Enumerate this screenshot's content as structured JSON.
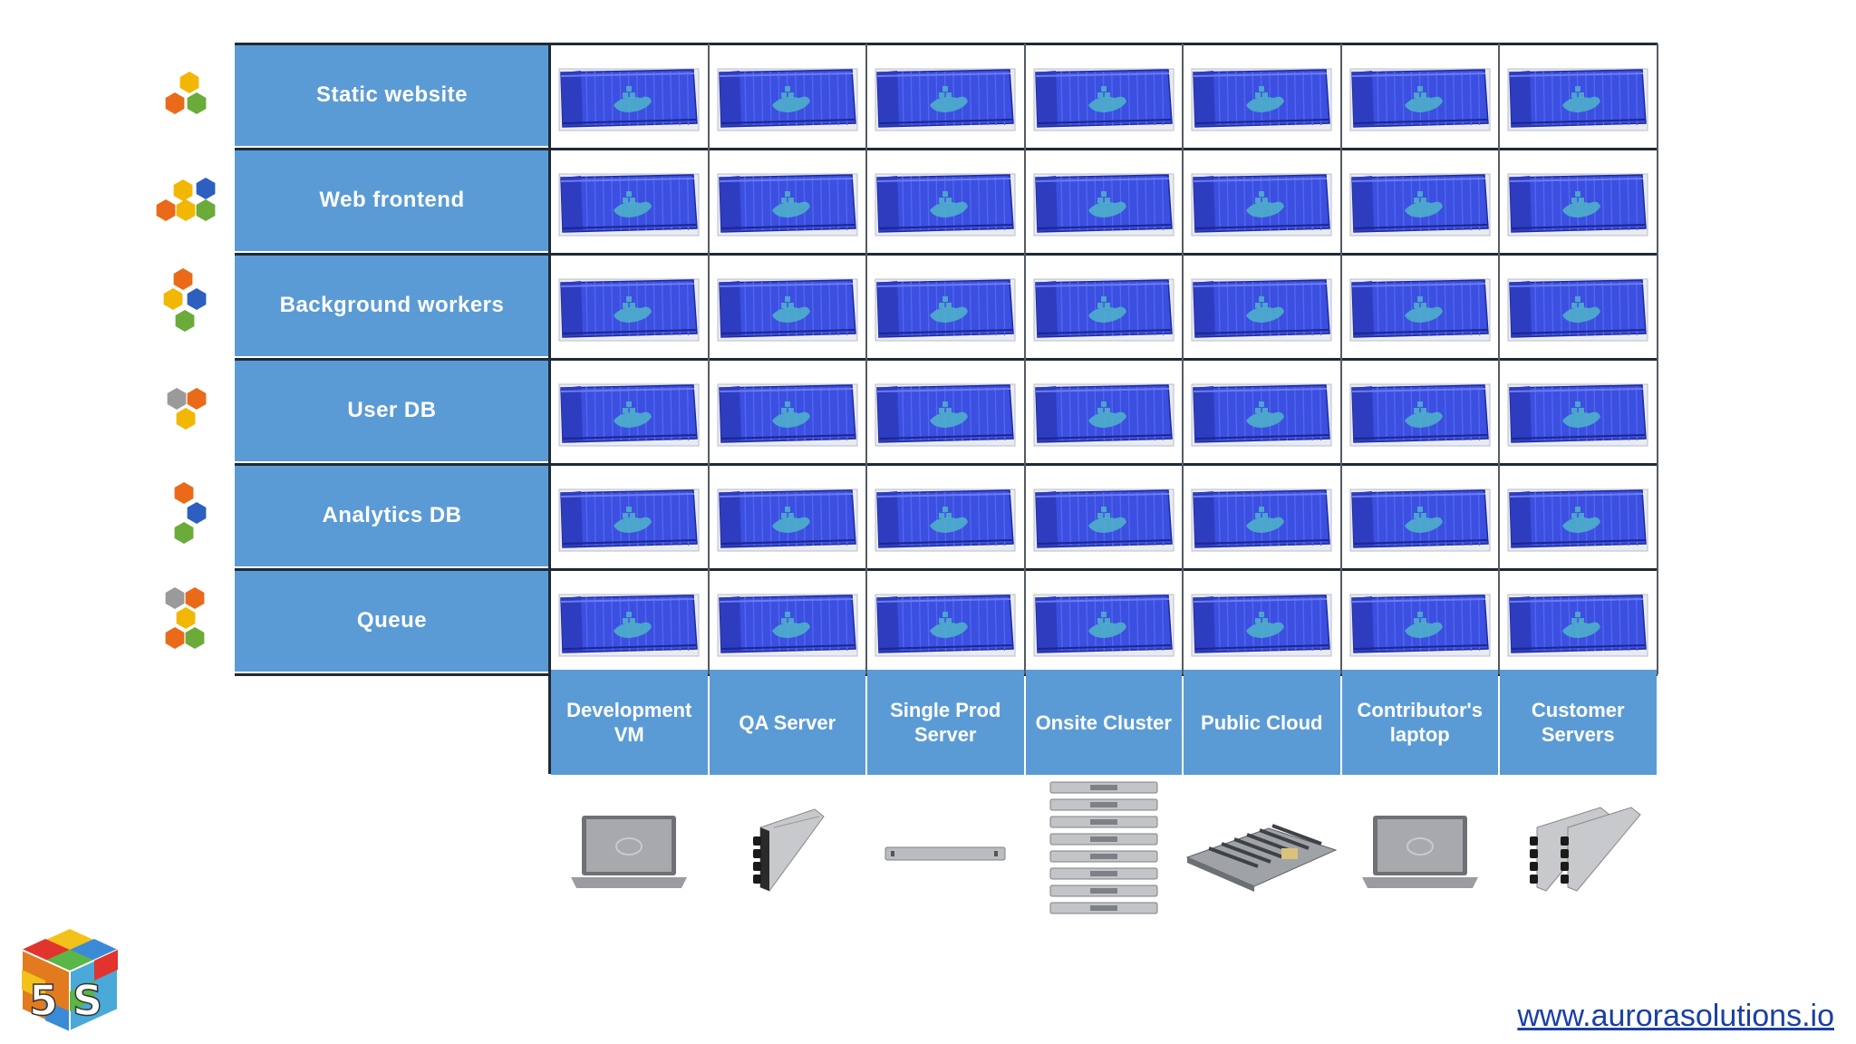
{
  "diagram": {
    "rows": [
      {
        "label": "Static website",
        "icon": "hex-cluster-icon",
        "icon_colors": [
          "#f2b705",
          "#ea6a1a",
          "#6aab3a"
        ]
      },
      {
        "label": "Web frontend",
        "icon": "hex-cluster-icon",
        "icon_colors": [
          "#f2b705",
          "#2c5fbf",
          "#ea6a1a",
          "#f2b705",
          "#6aab3a"
        ]
      },
      {
        "label": "Background workers",
        "icon": "hex-cluster-icon",
        "icon_colors": [
          "#ea6a1a",
          "#f2b705",
          "#2c5fbf",
          "#6aab3a"
        ]
      },
      {
        "label": "User DB",
        "icon": "hex-cluster-icon",
        "icon_colors": [
          "#9a9a9a",
          "#ea6a1a",
          "#f2b705"
        ]
      },
      {
        "label": "Analytics DB",
        "icon": "hex-cluster-icon",
        "icon_colors": [
          "#ea6a1a",
          "#2c5fbf",
          "#6aab3a"
        ]
      },
      {
        "label": "Queue",
        "icon": "hex-cluster-icon",
        "icon_colors": [
          "#9a9a9a",
          "#ea6a1a",
          "#f2b705",
          "#ea6a1a",
          "#6aab3a"
        ]
      }
    ],
    "columns": [
      {
        "label": "Development VM",
        "icon": "laptop-icon"
      },
      {
        "label": "QA Server",
        "icon": "blade-server-icon"
      },
      {
        "label": "Single Prod Server",
        "icon": "rack-server-icon"
      },
      {
        "label": "Onsite Cluster",
        "icon": "server-stack-icon"
      },
      {
        "label": "Public Cloud",
        "icon": "motherboard-icon"
      },
      {
        "label": "Contributor's laptop",
        "icon": "laptop-icon"
      },
      {
        "label": "Customer Servers",
        "icon": "blade-server-icon"
      }
    ],
    "cell_icon": "shipping-container-icon",
    "colors": {
      "label_fill": "#5b9bd5",
      "container_fill": "#3b4fe0",
      "container_whale": "#4fb4c8"
    }
  },
  "footer": {
    "logo": "rubiks-cube-logo-icon",
    "website": "www.aurorasolutions.io"
  }
}
